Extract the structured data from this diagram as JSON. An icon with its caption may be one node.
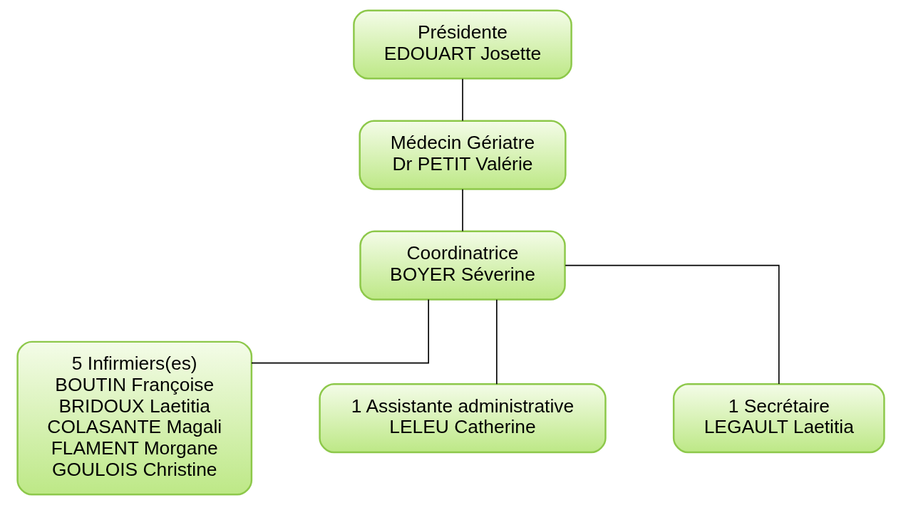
{
  "diagram": {
    "nodes": [
      {
        "text": [
          "Présidente",
          "EDOUART Josette"
        ]
      },
      {
        "text": [
          "Médecin Gériatre",
          "Dr PETIT Valérie"
        ]
      },
      {
        "text": [
          "Coordinatrice",
          "BOYER Séverine"
        ]
      },
      {
        "text": [
          "5 Infirmiers(es)",
          "BOUTIN Françoise",
          "BRIDOUX Laetitia",
          "COLASANTE Magali",
          "FLAMENT Morgane",
          "GOULOIS Christine"
        ]
      },
      {
        "text": [
          "1 Assistante administrative",
          "LELEU Catherine"
        ]
      },
      {
        "text": [
          "1 Secrétaire",
          "LEGAULT Laetitia"
        ]
      }
    ],
    "edges": [
      {
        "from": 0,
        "to": 1,
        "arrow": "none"
      },
      {
        "from": 1,
        "to": 2,
        "arrow": "none"
      },
      {
        "from": 2,
        "to": 3,
        "arrow": "none"
      },
      {
        "from": 2,
        "to": 4,
        "arrow": "none"
      },
      {
        "from": 2,
        "to": 5,
        "arrow": "none"
      }
    ]
  }
}
